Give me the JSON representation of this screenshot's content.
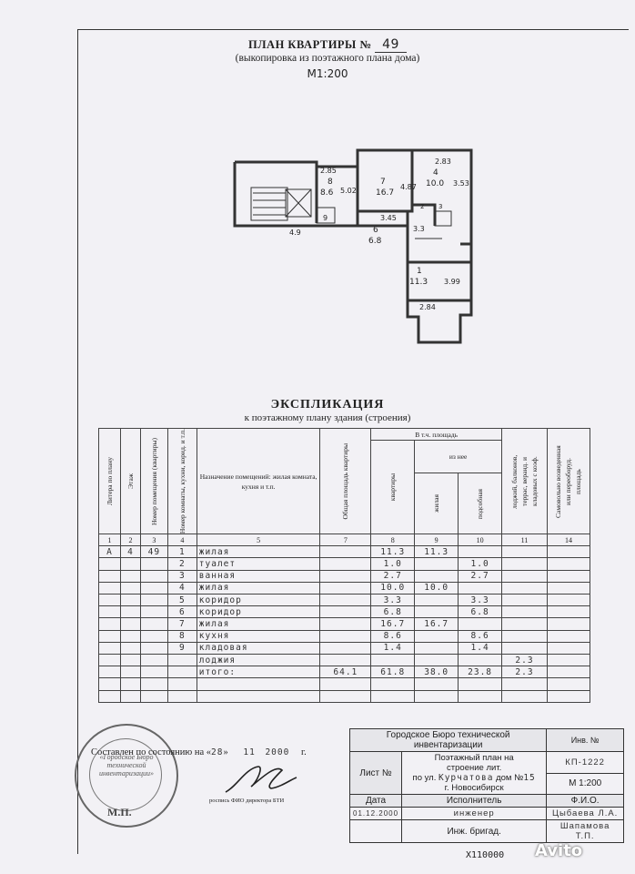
{
  "header": {
    "title_prefix": "ПЛАН КВАРТИРЫ №",
    "apartment_no": "49",
    "subtitle": "(выкопировка из поэтажного плана дома)",
    "scale": "М1:200"
  },
  "plan_labels": {
    "r1_area": "11.3",
    "r1_no": "1",
    "r1_dim": "3.99",
    "r2_no": "2",
    "r3_no": "3",
    "r4_no": "4",
    "r4_area": "10.0",
    "r4_dim": "3.53",
    "r6_no": "6",
    "r6_area": "6.8",
    "r7_no": "7",
    "r7_area": "16.7",
    "r8_no": "8",
    "r8_area": "8.6",
    "r9_no": "9",
    "d_285": "2.85",
    "d_502": "5.02",
    "d_487": "4.87",
    "d_283": "2.83",
    "d_345": "3.45",
    "d_33": "3.3",
    "d_49": "4.9",
    "d_284": "2.84"
  },
  "explication": {
    "title": "ЭКСПЛИКАЦИЯ",
    "subtitle": "к поэтажному плану здания (строения)",
    "headers": {
      "h1": "Литера по плану",
      "h2": "Этаж",
      "h3": "Номер помещения (квартиры)",
      "h4": "Номер комнаты, кухни, корид. и т.п.",
      "h5": "Назначение помещений: жилая комната, кухня и т.п.",
      "h7": "Общая площадь квартиры",
      "incl": "В т.ч. площадь",
      "from": "из нее",
      "h8": "квартиры",
      "h9": "жилая",
      "h10": "подсобная",
      "h11": "лоджий, балконов, террас, веранд. и кладовых с коэф.",
      "h14": "Самовольно возведенная или переоборуд. площадь"
    },
    "col_numbers": [
      "1",
      "2",
      "3",
      "4",
      "5",
      "7",
      "8",
      "9",
      "10",
      "11",
      "14"
    ],
    "rows": [
      {
        "lit": "А",
        "floor": "4",
        "apt": "49",
        "no": "1",
        "name": "жилая",
        "total": "",
        "flat": "11.3",
        "living": "11.3",
        "aux": "",
        "loggia": ""
      },
      {
        "lit": "",
        "floor": "",
        "apt": "",
        "no": "2",
        "name": "туалет",
        "total": "",
        "flat": "1.0",
        "living": "",
        "aux": "1.0",
        "loggia": ""
      },
      {
        "lit": "",
        "floor": "",
        "apt": "",
        "no": "3",
        "name": "ванная",
        "total": "",
        "flat": "2.7",
        "living": "",
        "aux": "2.7",
        "loggia": ""
      },
      {
        "lit": "",
        "floor": "",
        "apt": "",
        "no": "4",
        "name": "жилая",
        "total": "",
        "flat": "10.0",
        "living": "10.0",
        "aux": "",
        "loggia": ""
      },
      {
        "lit": "",
        "floor": "",
        "apt": "",
        "no": "5",
        "name": "коридор",
        "total": "",
        "flat": "3.3",
        "living": "",
        "aux": "3.3",
        "loggia": ""
      },
      {
        "lit": "",
        "floor": "",
        "apt": "",
        "no": "6",
        "name": "коридор",
        "total": "",
        "flat": "6.8",
        "living": "",
        "aux": "6.8",
        "loggia": ""
      },
      {
        "lit": "",
        "floor": "",
        "apt": "",
        "no": "7",
        "name": "жилая",
        "total": "",
        "flat": "16.7",
        "living": "16.7",
        "aux": "",
        "loggia": ""
      },
      {
        "lit": "",
        "floor": "",
        "apt": "",
        "no": "8",
        "name": "кухня",
        "total": "",
        "flat": "8.6",
        "living": "",
        "aux": "8.6",
        "loggia": ""
      },
      {
        "lit": "",
        "floor": "",
        "apt": "",
        "no": "9",
        "name": "кладовая",
        "total": "",
        "flat": "1.4",
        "living": "",
        "aux": "1.4",
        "loggia": ""
      },
      {
        "lit": "",
        "floor": "",
        "apt": "",
        "no": "",
        "name": "лоджия",
        "total": "",
        "flat": "",
        "living": "",
        "aux": "",
        "loggia": "2.3"
      },
      {
        "lit": "",
        "floor": "",
        "apt": "",
        "no": "",
        "name": "итого:",
        "total": "64.1",
        "flat": "61.8",
        "living": "38.0",
        "aux": "23.8",
        "loggia": "2.3"
      }
    ]
  },
  "signoff": {
    "state_prefix": "Составлен по состоянию на «",
    "day": "28",
    "middle": "»",
    "month": "11",
    "year": "2000",
    "suffix": "г.",
    "caption": "роспись ФИО директора БТИ"
  },
  "stamp": {
    "mp": "М.П.",
    "text": "«Городское Бюро технической инвентаризации»"
  },
  "bti": {
    "org": "Городское Бюро технической инвентаризации",
    "inv_label": "Инв. №",
    "inv_value": "КП-1222",
    "sheet_label": "Лист №",
    "desc_line1": "Поэтажный план на",
    "desc_line2": "строение лит.",
    "street_prefix": "по ул.",
    "street": "Курчатова",
    "house_prefix": "дом №",
    "house": "15",
    "city": "г. Новосибирск",
    "scale": "М 1:200",
    "date_label": "Дата",
    "exec_label": "Исполнитель",
    "fio_label": "Ф.И.О.",
    "date_value": "01.12.2000",
    "exec_value": "инженер",
    "fio_value": "Цыбаева Л.А.",
    "brig_label": "Инж. бригад.",
    "brig_value": "Шапамова Т.П."
  },
  "footer": {
    "number": "X110000",
    "watermark": "Avito"
  }
}
